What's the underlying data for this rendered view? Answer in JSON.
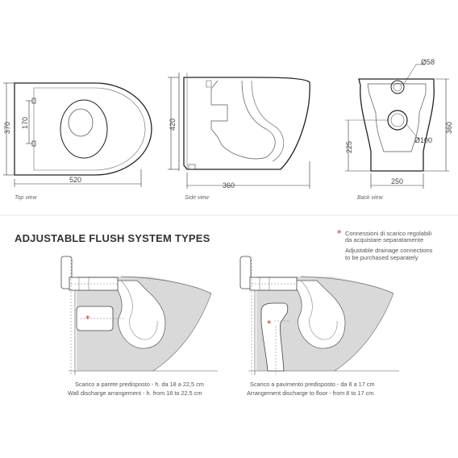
{
  "views": {
    "top": {
      "label": "Top view",
      "width": "520",
      "depth": "370",
      "inner": "170"
    },
    "side": {
      "label": "Side view",
      "height": "420",
      "length": "360"
    },
    "back": {
      "label": "Back view",
      "diam_small": "Ø58",
      "diam_large": "Ø100",
      "height_center": "225",
      "height_full": "360",
      "width": "250"
    }
  },
  "section": {
    "title": "ADJUSTABLE FLUSH SYSTEM TYPES",
    "note_it_1": "Connessioni di scarico regolabili",
    "note_it_2": "da acquistare separatamente",
    "note_en_1": "Adjustable drainage connections",
    "note_en_2": "to be purchased separately",
    "star": "*"
  },
  "diagrams": {
    "wall": {
      "caption_it": "Scarico a parete predisposto - h. da 18 a 22,5 cm",
      "caption_en": "Wall discharge arrangement - h. from 18 to 22,5 cm"
    },
    "floor": {
      "caption_it": "Scarico a pavimento predisposto - da 8 a 17 cm",
      "caption_en": "Arrangement discharge to floor - from 8 to 17 cm"
    }
  },
  "colors": {
    "accent": "#b8262c",
    "line": "#333333",
    "fill_gray": "#d9d9d9"
  }
}
